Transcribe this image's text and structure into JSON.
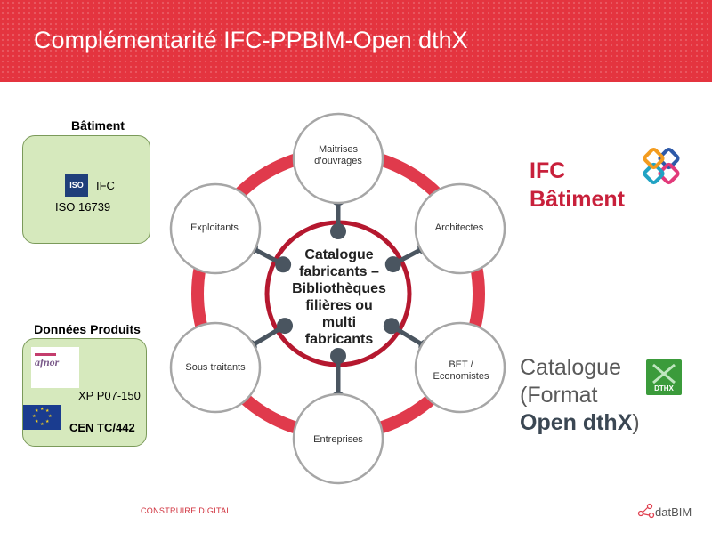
{
  "slide": {
    "title": "Complémentarité IFC-PPBIM-Open dthX"
  },
  "left_panel": {
    "batiment": {
      "title": "Bâtiment",
      "iso_logo": "ISO",
      "ifc_label": "IFC",
      "iso_ref": "ISO 16739"
    },
    "donnees": {
      "title": "Données Produits",
      "afnor_logo": "afnor",
      "xp_ref": "XP P07-150",
      "cen_ref": "CEN TC/442",
      "eu_flag_icon": "eu-flag-icon"
    }
  },
  "diagram": {
    "center": [
      "Catalogue",
      "fabricants –",
      "Bibliothèques",
      "filières ou",
      "multi",
      "fabricants"
    ],
    "nodes": [
      {
        "lines": [
          "Maitrises",
          "d’ouvrages"
        ]
      },
      {
        "lines": [
          "Architectes"
        ]
      },
      {
        "lines": [
          "BET /",
          "Economistes"
        ]
      },
      {
        "lines": [
          "Entreprises"
        ]
      },
      {
        "lines": [
          "Sous traitants"
        ]
      },
      {
        "lines": [
          "Exploitants"
        ]
      }
    ],
    "colors": {
      "ring": "#e03a4c",
      "center_border": "#b5182f",
      "connector": "#4a5560",
      "node_border": "#a6a6a6"
    }
  },
  "right_panel": {
    "ifc_line1": "IFC",
    "ifc_line2": "Bâtiment",
    "ifc_logo_icon": "ifc-logo-icon",
    "catalogue_line1": "Catalogue",
    "catalogue_line2": "(Format",
    "catalogue_line3_bold": "Open dthX",
    "catalogue_line3_end": ")",
    "dthx_logo": "DTHX"
  },
  "footer": {
    "left": "CONSTRUIRE DIGITAL",
    "right": "datBIM"
  }
}
